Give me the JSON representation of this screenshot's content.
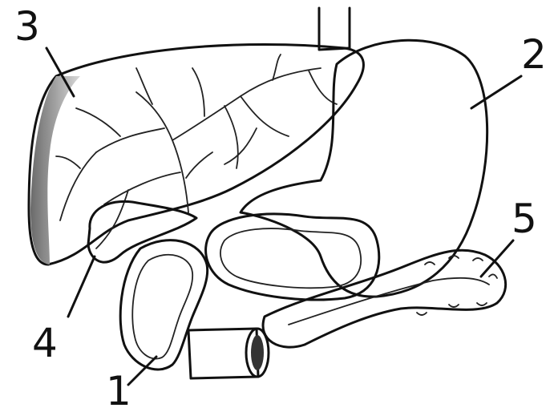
{
  "labels": {
    "label_1": "1",
    "label_2": "2",
    "label_3": "3",
    "label_4": "4",
    "label_5": "5"
  },
  "colors": {
    "ink": "#111111",
    "paper": "#ffffff",
    "organ_dark": "#555555",
    "organ_mid": "#9a9a9a",
    "organ_light": "#d8d8d8"
  }
}
